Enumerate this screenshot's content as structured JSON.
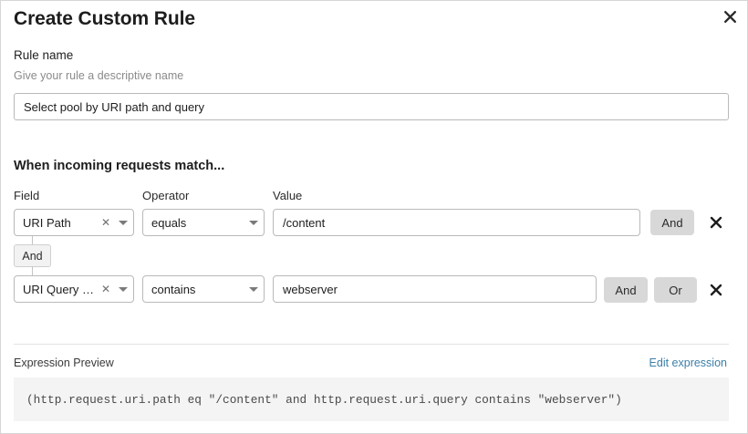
{
  "dialog": {
    "title": "Create Custom Rule",
    "close_icon": "close-icon"
  },
  "rule_name": {
    "label": "Rule name",
    "sublabel": "Give your rule a descriptive name",
    "value": "Select pool by URI path and query",
    "placeholder": "Give your rule a descriptive name"
  },
  "conditions": {
    "heading": "When incoming requests match...",
    "columns": {
      "field": "Field",
      "operator": "Operator",
      "value": "Value"
    },
    "connector": "And",
    "rows": [
      {
        "field": "URI Path",
        "operator": "equals",
        "value": "/content",
        "clear_icon": "clear-icon",
        "caret_icon": "chevron-down-icon",
        "remove_icon": "close-icon",
        "buttons": [
          "And"
        ]
      },
      {
        "field": "URI Query St...",
        "operator": "contains",
        "value": "webserver",
        "clear_icon": "clear-icon",
        "caret_icon": "chevron-down-icon",
        "remove_icon": "close-icon",
        "buttons": [
          "And",
          "Or"
        ]
      }
    ]
  },
  "expression": {
    "label": "Expression Preview",
    "edit_link": "Edit expression",
    "code": "(http.request.uri.path eq \"/content\" and http.request.uri.query contains \"webserver\")"
  },
  "colors": {
    "link": "#3c7fa8",
    "button_bg": "#d8d8d8",
    "code_bg": "#f4f4f4",
    "border": "#b9b9b9"
  }
}
